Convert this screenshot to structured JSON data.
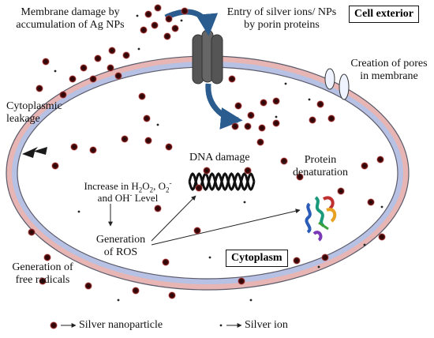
{
  "labels": {
    "membrane_damage": [
      "Membrane damage by",
      "accumulation of Ag NPs"
    ],
    "entry": [
      "Entry of silver ions/ NPs",
      "by porin proteins"
    ],
    "cell_exterior": "Cell exterior",
    "creation_pores": [
      "Creation of pores",
      "in  membrane"
    ],
    "cytoplasmic_leakage": [
      "Cytoplasmic",
      "leakage"
    ],
    "dna_damage": "DNA damage",
    "protein_denaturation": [
      "Protein",
      "denaturation"
    ],
    "increase_pre": "Increase in H",
    "increase_h2o2_sub": "2",
    "increase_o": "O",
    "increase_o2_sub2": "2",
    "increase_comma": ", O",
    "increase_o2_sub": "2",
    "increase_o2_sup": "-",
    "and": "and OH",
    "oh_sup": "-",
    "level": " Level",
    "generation_ros": [
      "Generation",
      "of ROS"
    ],
    "cytoplasm": "Cytoplasm",
    "generation_free_radicals": [
      "Generation of",
      "free radicals"
    ],
    "legend_nanoparticle": "Silver nanoparticle",
    "legend_ion": "Silver ion",
    "arrow": "→"
  },
  "colors": {
    "outer_membrane": "#e7b6b4",
    "inner_membrane": "#b7c1e3",
    "membrane_edge": "#5a5a6a",
    "particle": "#3a0a0a",
    "particle_glow": "#d9534f",
    "porin": "#5a5a5a",
    "blue_arrow": "#2b5c8f",
    "pore": "#e8f0ff"
  },
  "icons": {
    "porin": "porin-protein-icon",
    "pore": "membrane-pore-icon",
    "dna": "dna-helix-icon",
    "protein": "protein-structure-icon",
    "leak": "cytoplasmic-leakage-icon"
  }
}
